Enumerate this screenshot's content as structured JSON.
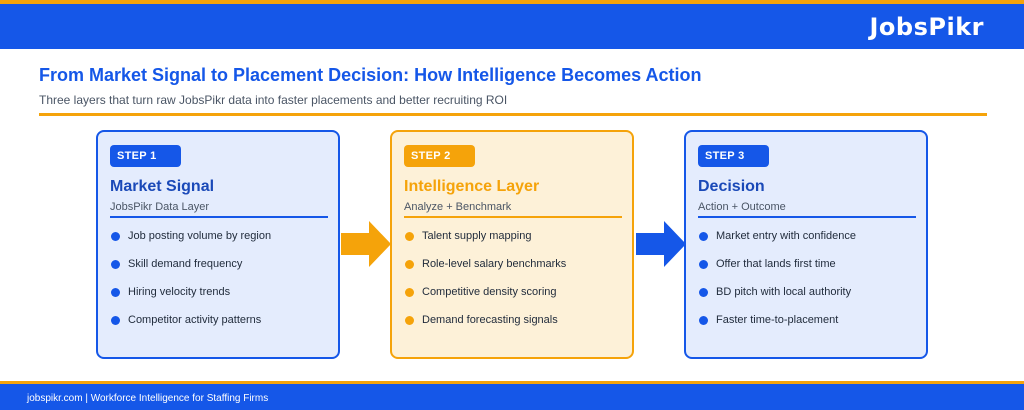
{
  "header": {
    "logo_text": "JobsPikr"
  },
  "title": "From Market Signal to Placement Decision: How Intelligence Becomes Action",
  "subtitle": "Three layers that turn raw JobsPikr data into faster placements and better recruiting ROI",
  "colors": {
    "brand_blue": "#1557e8",
    "accent_orange": "#f5a30a",
    "blue_card_bg": "#e4ecfd",
    "orange_card_bg": "#fdf1d8"
  },
  "steps": [
    {
      "badge": "STEP 1",
      "title": "Market Signal",
      "subtitle": "JobsPikr Data Layer",
      "items": [
        "Job posting volume by region",
        "Skill demand frequency",
        "Hiring velocity trends",
        "Competitor activity patterns"
      ]
    },
    {
      "badge": "STEP 2",
      "title": "Intelligence Layer",
      "subtitle": "Analyze + Benchmark",
      "items": [
        "Talent supply mapping",
        "Role-level salary benchmarks",
        "Competitive density scoring",
        "Demand forecasting signals"
      ]
    },
    {
      "badge": "STEP 3",
      "title": "Decision",
      "subtitle": "Action + Outcome",
      "items": [
        "Market entry with confidence",
        "Offer that lands first time",
        "BD pitch with local authority",
        "Faster time-to-placement"
      ]
    }
  ],
  "footer": {
    "text": "jobspikr.com  |  Workforce Intelligence for Staffing Firms"
  }
}
